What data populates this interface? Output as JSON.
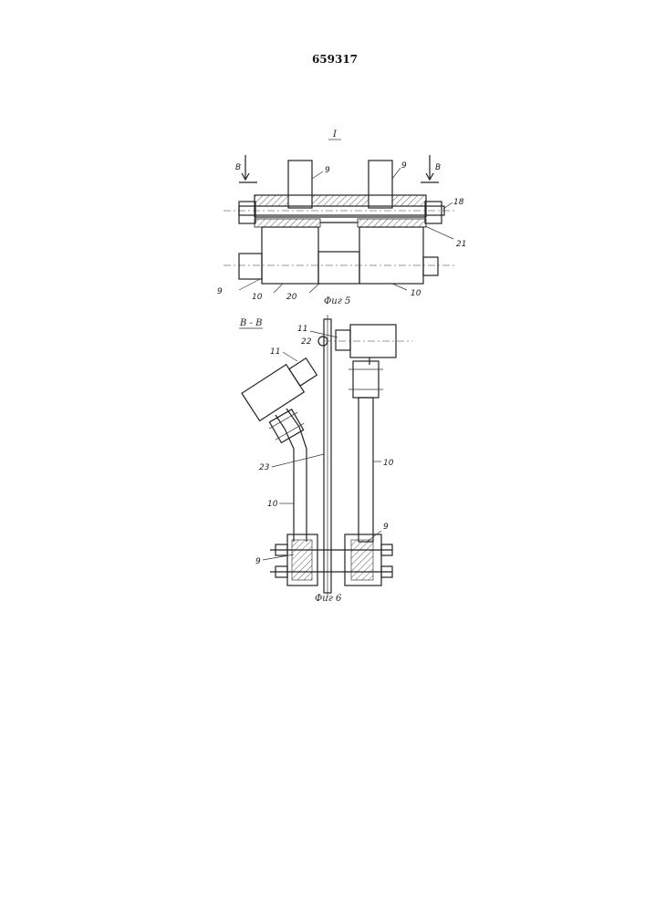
{
  "header": {
    "patent_number": "659317"
  },
  "fig5": {
    "section_mark": "I",
    "cut_mark_left": "B",
    "cut_mark_right": "B",
    "labels": {
      "l9_top_left": "9",
      "l9_top_right": "9",
      "l18": "18",
      "l21": "21",
      "l9_bottom": "9",
      "l10_left": "10",
      "l20": "20",
      "l10_right": "10"
    },
    "caption": "Фиг 5"
  },
  "fig6": {
    "section_title": "В - В",
    "labels": {
      "l11_top": "11",
      "l22": "22",
      "l11_left": "11",
      "l23": "23",
      "l10_right": "10",
      "l10_left": "10",
      "l9_left": "9",
      "l9_right": "9"
    },
    "caption": "Фиг 6"
  }
}
